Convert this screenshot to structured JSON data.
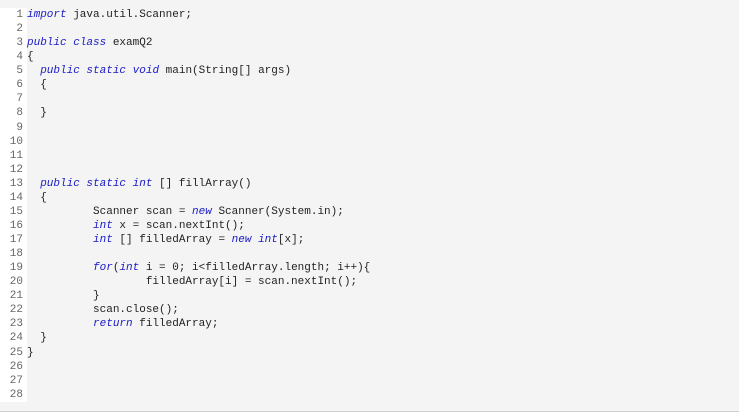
{
  "editor": {
    "colors": {
      "keyword": "#1a1ac8",
      "text": "#222222",
      "line_number": "#666666"
    },
    "lines": [
      [
        {
          "t": "import",
          "k": 1
        },
        {
          "t": " java.util.Scanner;"
        }
      ],
      [],
      [
        {
          "t": "public",
          "k": 1
        },
        {
          "t": " "
        },
        {
          "t": "class",
          "k": 1
        },
        {
          "t": " examQ2"
        }
      ],
      [
        {
          "t": "{"
        }
      ],
      [
        {
          "t": "  "
        },
        {
          "t": "public",
          "k": 1
        },
        {
          "t": " "
        },
        {
          "t": "static",
          "k": 1
        },
        {
          "t": " "
        },
        {
          "t": "void",
          "k": 1
        },
        {
          "t": " main(String[] args)"
        }
      ],
      [
        {
          "t": "  {"
        }
      ],
      [],
      [
        {
          "t": "  }"
        }
      ],
      [],
      [],
      [],
      [],
      [
        {
          "t": "  "
        },
        {
          "t": "public",
          "k": 1
        },
        {
          "t": " "
        },
        {
          "t": "static",
          "k": 1
        },
        {
          "t": " "
        },
        {
          "t": "int",
          "k": 1
        },
        {
          "t": " [] fillArray()"
        }
      ],
      [
        {
          "t": "  {"
        }
      ],
      [
        {
          "t": "          Scanner scan = "
        },
        {
          "t": "new",
          "k": 1
        },
        {
          "t": " Scanner(System.in);"
        }
      ],
      [
        {
          "t": "          "
        },
        {
          "t": "int",
          "k": 1
        },
        {
          "t": " x = scan.nextInt();"
        }
      ],
      [
        {
          "t": "          "
        },
        {
          "t": "int",
          "k": 1
        },
        {
          "t": " [] filledArray = "
        },
        {
          "t": "new",
          "k": 1
        },
        {
          "t": " "
        },
        {
          "t": "int",
          "k": 1
        },
        {
          "t": "[x];"
        }
      ],
      [],
      [
        {
          "t": "          "
        },
        {
          "t": "for",
          "k": 1
        },
        {
          "t": "("
        },
        {
          "t": "int",
          "k": 1
        },
        {
          "t": " i = 0; i<filledArray.length; i++){"
        }
      ],
      [
        {
          "t": "                  filledArray[i] = scan.nextInt();"
        }
      ],
      [
        {
          "t": "          }"
        }
      ],
      [
        {
          "t": "          scan.close();"
        }
      ],
      [
        {
          "t": "          "
        },
        {
          "t": "return",
          "k": 1
        },
        {
          "t": " filledArray;"
        }
      ],
      [
        {
          "t": "  }"
        }
      ],
      [
        {
          "t": "}"
        }
      ],
      [],
      [],
      []
    ]
  }
}
